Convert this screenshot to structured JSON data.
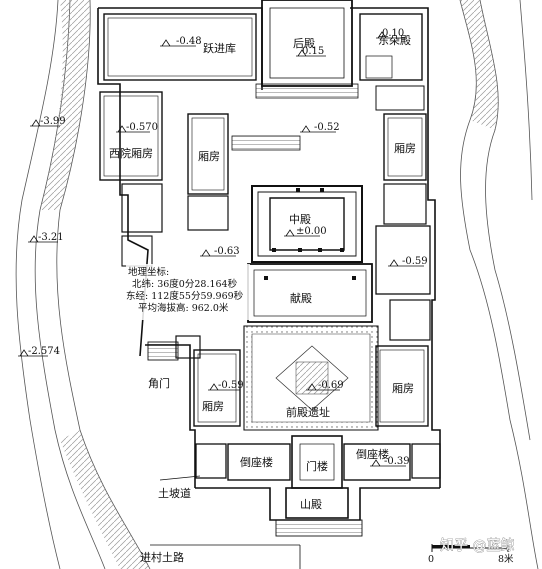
{
  "rooms": {
    "yuejinku": "跃进库",
    "houdian": "后殿",
    "dongduodian": "东朵殿",
    "xiyuan_xiangfang": "西院厢房",
    "xiangfang_w": "厢房",
    "xiangfang_e": "厢房",
    "zhongdian": "中殿",
    "xiandian": "献殿",
    "jiaomen": "角门",
    "xiangfang_sw": "厢房",
    "qiandian_yizhi": "前殿遗址",
    "xiangfang_se": "厢房",
    "daozuolou_w": "倒座楼",
    "daozuolou_e": "倒座楼",
    "menlou": "门楼",
    "shandian": "山殿"
  },
  "levels": {
    "yuejinku": "-0.48",
    "houdian": "0.15",
    "dongduodian": "0.10",
    "xiyuan": "-0.570",
    "court_n": "-0.52",
    "zhongdian": "±0.00",
    "court_w": "-0.63",
    "east": "-0.59",
    "xiangfang_sw": "-0.59",
    "qiandian": "-0.69",
    "daozuolou_e": "-0.39",
    "terrain_1": "-3.99",
    "terrain_2": "-3.21",
    "terrain_3": "-2.574"
  },
  "geo": {
    "title": "地理坐标:",
    "lat": "北纬: 36度0分28.164秒",
    "lon": "东经: 112度55分59.969秒",
    "alt": "平均海拔高: 962.0米"
  },
  "roads": {
    "tupodao": "土坡道",
    "jincun": "进村土路"
  },
  "scale": {
    "zero": "0",
    "end": "8米"
  },
  "watermark": "知乎 @蓝鲸"
}
